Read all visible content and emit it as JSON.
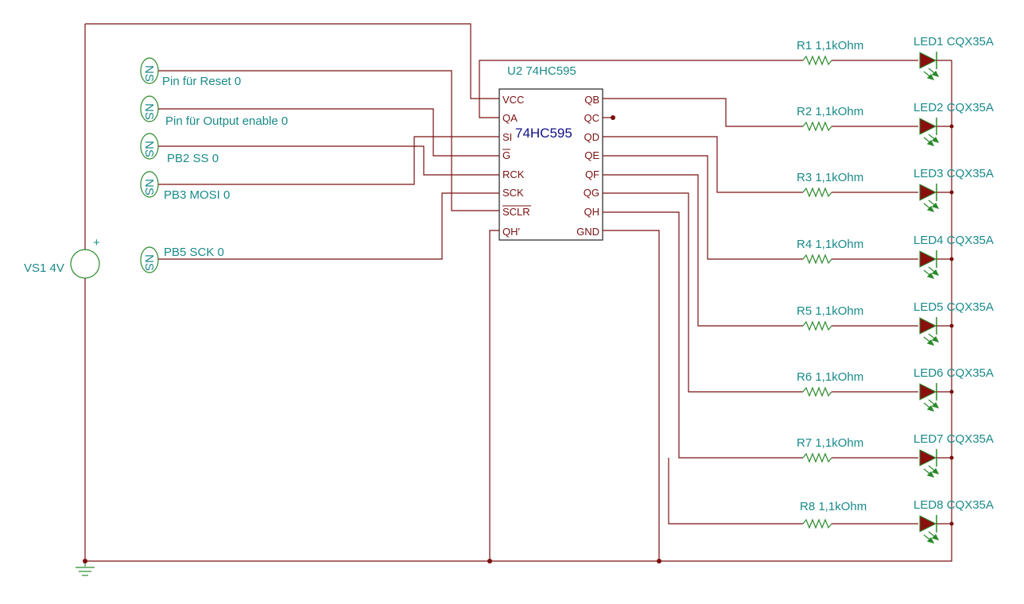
{
  "source": {
    "label": "VS1 4V",
    "plus": "+"
  },
  "chip": {
    "ref": "U2 74HC595",
    "name": "74HC595",
    "left_pins": [
      "VCC",
      "QA",
      "SI",
      "G",
      "RCK",
      "SCK",
      "SCLR",
      "QH'"
    ],
    "right_pins": [
      "QB",
      "QC",
      "QD",
      "QE",
      "QF",
      "QG",
      "QH",
      "GND"
    ]
  },
  "inputs": [
    {
      "label": "Pin für Reset 0"
    },
    {
      "label": "Pin für Output enable 0"
    },
    {
      "label": "PB2 SS 0"
    },
    {
      "label": "PB3 MOSI 0"
    },
    {
      "label": "PB5 SCK 0"
    }
  ],
  "ns_symbol_text": "NS",
  "outputs": [
    {
      "resistor": "R1 1,1kOhm",
      "led": "LED1 CQX35A"
    },
    {
      "resistor": "R2 1,1kOhm",
      "led": "LED2 CQX35A"
    },
    {
      "resistor": "R3 1,1kOhm",
      "led": "LED3 CQX35A"
    },
    {
      "resistor": "R4 1,1kOhm",
      "led": "LED4 CQX35A"
    },
    {
      "resistor": "R5 1,1kOhm",
      "led": "LED5 CQX35A"
    },
    {
      "resistor": "R6 1,1kOhm",
      "led": "LED6 CQX35A"
    },
    {
      "resistor": "R7 1,1kOhm",
      "led": "LED7 CQX35A"
    },
    {
      "resistor": "R8 1,1kOhm",
      "led": "LED8 CQX35A"
    }
  ],
  "colors": {
    "wire": "#7a1010",
    "label": "#1a8a8a",
    "symbol": "#2a8a2a",
    "led_fill": "#8a1010",
    "chip_name": "#10108a"
  }
}
